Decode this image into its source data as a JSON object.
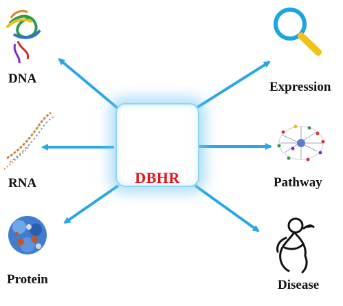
{
  "center": {
    "title": "DBHR",
    "figures_icon": "human-male-female-silhouettes"
  },
  "nodes": [
    {
      "key": "dna",
      "label": "DNA",
      "icon": "dna-structure-icon"
    },
    {
      "key": "rna",
      "label": "RNA",
      "icon": "rna-strand-icon"
    },
    {
      "key": "protein",
      "label": "Protein",
      "icon": "protein-surface-icon"
    },
    {
      "key": "expression",
      "label": "Expression",
      "icon": "magnifier-icon"
    },
    {
      "key": "pathway",
      "label": "Pathway",
      "icon": "network-icon"
    },
    {
      "key": "disease",
      "label": "Disease",
      "icon": "sick-person-icon"
    }
  ],
  "colors": {
    "arrow": "#2aa6e6",
    "title": "#e8141b",
    "glow": "#8fd4f2"
  }
}
